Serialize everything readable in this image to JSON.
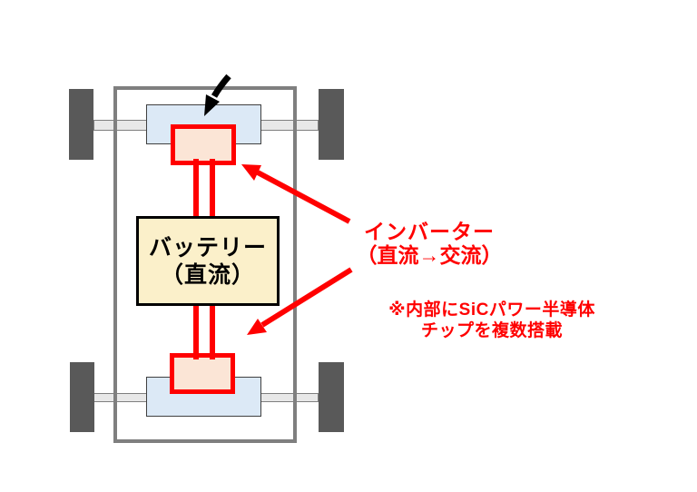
{
  "diagram_type": "ev-powertrain-schematic",
  "colors": {
    "background": "#FFFFFF",
    "chassis_outline": "#7F7F7F",
    "wheel": "#595959",
    "axle_fill": "#E8E8E8",
    "axle_border": "#7F7F7F",
    "motor_fill": "#DCE9F6",
    "motor_border": "#404040",
    "inverter_fill": "#FBE5D6",
    "inverter_border": "#FF0000",
    "battery_fill": "#FBF0CA",
    "battery_border": "#000000",
    "dc_line": "#FF0000",
    "callout_text": "#FF0000",
    "arrow_red": "#FF0000",
    "arrow_black": "#000000"
  },
  "battery": {
    "line1": "バッテリー",
    "line2": "（直流）"
  },
  "inverter_callout": {
    "line1": "インバーター",
    "line2": "（直流→交流）"
  },
  "sic_note": {
    "line1": "※内部にSiCパワー半導体",
    "line2": "チップを複数搭載"
  }
}
